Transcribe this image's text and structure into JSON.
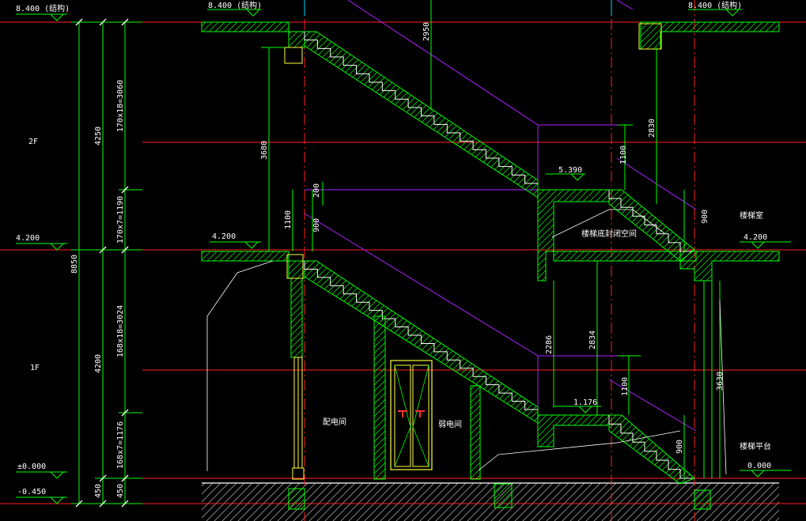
{
  "levels": {
    "top_left": "8.400 (结构)",
    "top_right": "8.400 (结构)",
    "mid_left": "4.200",
    "mid_inner": "4.200",
    "mid_right": "4.200",
    "zero": "±0.000",
    "zero_right": "0.000",
    "minus": "-0.450",
    "landing_upper": "5.390",
    "landing_lower": "1.176"
  },
  "floors": {
    "second": "2F",
    "first": "1F"
  },
  "dims": {
    "total": "8850",
    "upper_floor": "4250",
    "lower_floor": "4200",
    "base1": "450",
    "base2": "450",
    "flight_2f_top": "170x18=3060",
    "flight_2f_bot": "170x7=1190",
    "flight_1f_top": "168x18=3024",
    "flight_1f_bot": "168x7=1176",
    "d2950": "2950",
    "d3680": "3680",
    "d1100a": "1100",
    "d900a": "900",
    "d200": "200",
    "d1100b": "1100",
    "d2830": "2830",
    "d900b": "900",
    "d2286": "2286",
    "d2834": "2834",
    "d1100c": "1100",
    "d900c": "900",
    "d3630": "3630"
  },
  "rooms": {
    "electrical": "配电间",
    "weak": "弱电间",
    "stair_closed": "楼梯底封闭空间",
    "loft": "楼梯室",
    "platform": "楼梯平台"
  },
  "colors": {
    "background": "#000000",
    "grid_red": "#ff2020",
    "wall_green": "#00ff00",
    "yellow": "#ffff3c",
    "magenta": "#b020ff",
    "cyan": "#00d8ff",
    "white": "#ffffff"
  }
}
